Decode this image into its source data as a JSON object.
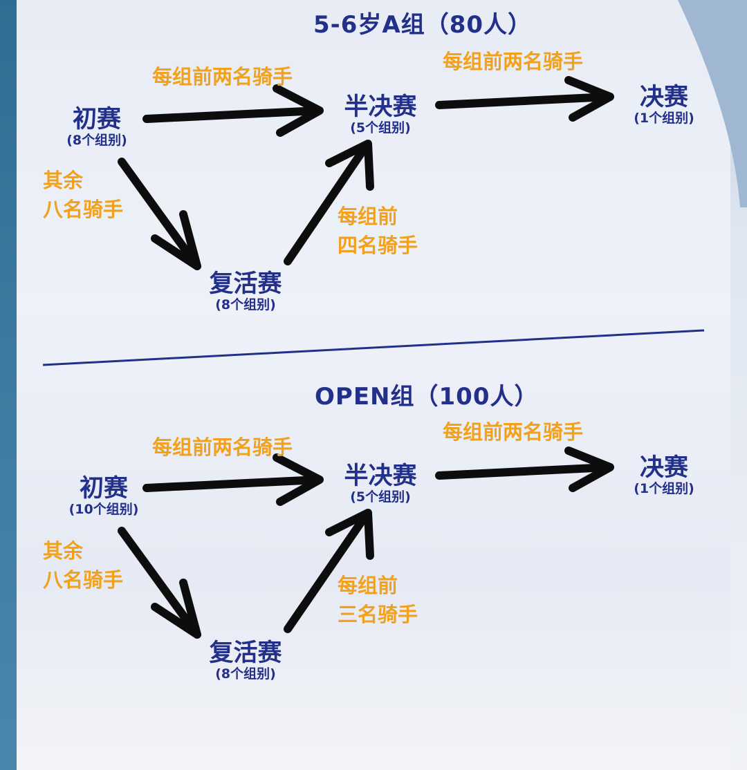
{
  "section_a": {
    "title": "5-6岁A组（80人）",
    "prelim": {
      "name": "初赛",
      "sub": "(8个组别)"
    },
    "semi": {
      "name": "半决赛",
      "sub": "(5个组别)"
    },
    "final": {
      "name": "决赛",
      "sub": "(1个组别)"
    },
    "repechage": {
      "name": "复活赛",
      "sub": "(8个组别)"
    },
    "label_prelim_semi": "每组前两名骑手",
    "label_semi_final": "每组前两名骑手",
    "label_rest": [
      "其余",
      "八名骑手"
    ],
    "label_rep_semi": [
      "每组前",
      "四名骑手"
    ]
  },
  "section_b": {
    "title": "OPEN组（100人）",
    "prelim": {
      "name": "初赛",
      "sub": "(10个组别)"
    },
    "semi": {
      "name": "半决赛",
      "sub": "(5个组别)"
    },
    "final": {
      "name": "决赛",
      "sub": "(1个组别)"
    },
    "repechage": {
      "name": "复活赛",
      "sub": "(8个组别)"
    },
    "label_prelim_semi": "每组前两名骑手",
    "label_semi_final": "每组前两名骑手",
    "label_rest": [
      "其余",
      "八名骑手"
    ],
    "label_rep_semi": [
      "每组前",
      "三名骑手"
    ]
  },
  "colors": {
    "node": "#22308a",
    "label": "#f2a11c",
    "arrow": "#0d0d0d",
    "divider": "#22308a"
  }
}
